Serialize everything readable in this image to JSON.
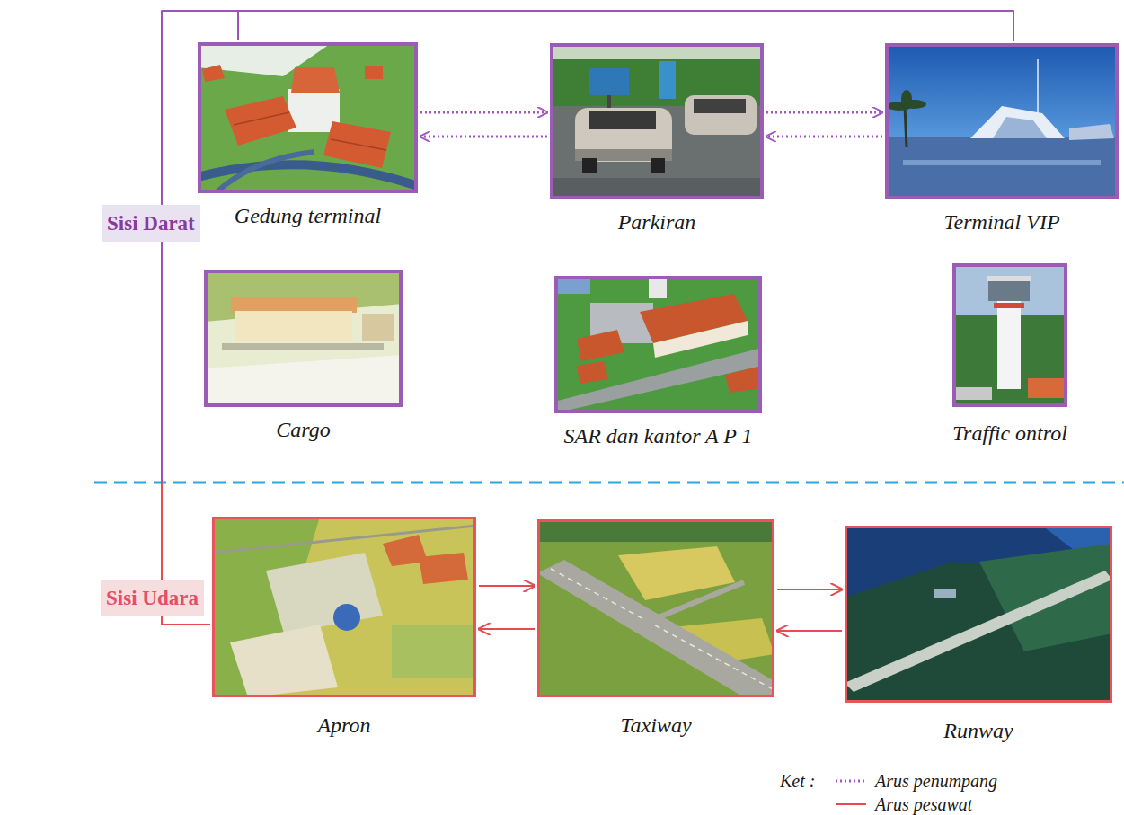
{
  "diagram": {
    "nodes": [
      {
        "text": [
          "Gedung terminal"
        ]
      },
      {
        "text": [
          "Parkiran"
        ]
      },
      {
        "text": [
          "Terminal VIP"
        ]
      },
      {
        "text": [
          "Sisi Darat"
        ]
      },
      {
        "text": [
          "Cargo"
        ]
      },
      {
        "text": [
          "SAR dan kantor A P 1"
        ]
      },
      {
        "text": [
          "Traffic ontrol"
        ]
      },
      {
        "text": [
          "Sisi Udara"
        ]
      },
      {
        "text": [
          "Apron"
        ]
      },
      {
        "text": [
          "Taxiway"
        ]
      },
      {
        "text": [
          "Runway"
        ]
      }
    ],
    "edges": [
      {
        "from": 0,
        "to": 1,
        "arrow": "to"
      },
      {
        "from": 1,
        "to": 0,
        "arrow": "to"
      },
      {
        "from": 1,
        "to": 2,
        "arrow": "to"
      },
      {
        "from": 2,
        "to": 1,
        "arrow": "to"
      },
      {
        "from": 0,
        "to": 2,
        "arrow": "none"
      },
      {
        "from": 0,
        "to": 8,
        "arrow": "none"
      },
      {
        "from": 8,
        "to": 9,
        "arrow": "to"
      },
      {
        "from": 9,
        "to": 8,
        "arrow": "to"
      },
      {
        "from": 9,
        "to": 10,
        "arrow": "to"
      },
      {
        "from": 10,
        "to": 9,
        "arrow": "to"
      }
    ],
    "labels": [
      "Ket :"
    ],
    "legend": [
      {
        "text": "Arus penumpang"
      },
      {
        "text": "Arus pesawat"
      }
    ]
  }
}
